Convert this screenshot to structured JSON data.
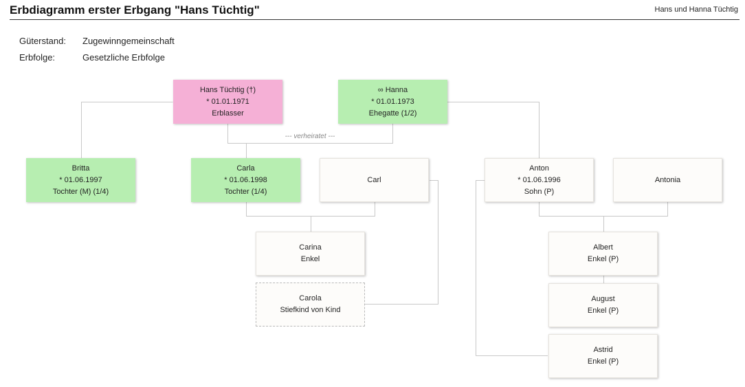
{
  "header": {
    "title": "Erbdiagramm erster Erbgang \"Hans Tüchtig\"",
    "client": "Hans und Hanna Tüchtig"
  },
  "info": {
    "gueterstand_label": "Güterstand:",
    "gueterstand_value": "Zugewinngemeinschaft",
    "erbfolge_label": "Erbfolge:",
    "erbfolge_value": "Gesetzliche Erbfolge"
  },
  "marriage_label": "--- verheiratet ---",
  "nodes": {
    "hans": {
      "lines": [
        "Hans Tüchtig (†)",
        "* 01.01.1971",
        "Erblasser"
      ],
      "color": "#f5b0d6"
    },
    "hanna": {
      "lines": [
        "∞ Hanna",
        "* 01.01.1973",
        "Ehegatte (1/2)"
      ],
      "color": "#b7eeb1"
    },
    "britta": {
      "lines": [
        "Britta",
        "* 01.06.1997",
        "Tochter (M) (1/4)"
      ],
      "color": "#b7eeb1"
    },
    "carla": {
      "lines": [
        "Carla",
        "* 01.06.1998",
        "Tochter (1/4)"
      ],
      "color": "#b7eeb1"
    },
    "carl": {
      "lines": [
        "Carl"
      ]
    },
    "anton": {
      "lines": [
        "Anton",
        "* 01.06.1996",
        "Sohn (P)"
      ]
    },
    "antonia": {
      "lines": [
        "Antonia"
      ]
    },
    "carina": {
      "lines": [
        "Carina",
        "Enkel"
      ]
    },
    "carola": {
      "lines": [
        "Carola",
        "Stiefkind von Kind"
      ]
    },
    "albert": {
      "lines": [
        "Albert",
        "Enkel (P)"
      ]
    },
    "august": {
      "lines": [
        "August",
        "Enkel (P)"
      ]
    },
    "astrid": {
      "lines": [
        "Astrid",
        "Enkel (P)"
      ]
    }
  },
  "colors": {
    "deceased": "#f5b0d6",
    "heir": "#b7eeb1",
    "non_heir": "#fdfcfa",
    "connector": "#c8c8c8"
  }
}
